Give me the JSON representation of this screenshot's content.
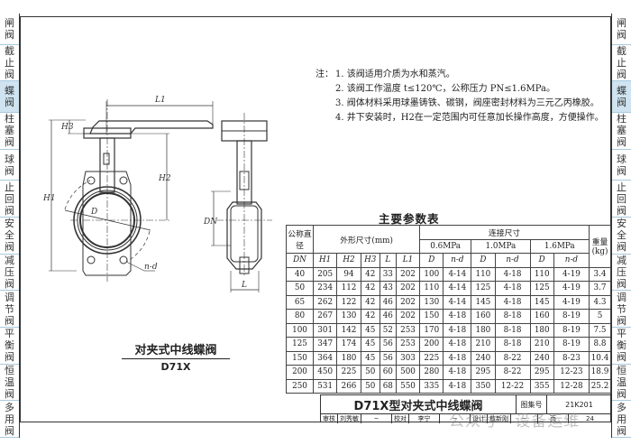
{
  "side_tabs": [
    {
      "label": "闸阀",
      "active": false
    },
    {
      "label": "截止阀",
      "active": false
    },
    {
      "label": "蝶阀",
      "active": true
    },
    {
      "label": "柱塞阀",
      "active": false
    },
    {
      "label": "球阀",
      "active": false
    },
    {
      "label": "止回阀",
      "active": false
    },
    {
      "label": "安全阀",
      "active": false
    },
    {
      "label": "减压阀",
      "active": false
    },
    {
      "label": "调节阀",
      "active": false
    },
    {
      "label": "平衡阀",
      "active": false
    },
    {
      "label": "恒温阀",
      "active": false
    },
    {
      "label": "多用阀",
      "active": false
    }
  ],
  "drawing": {
    "labels": {
      "L1": "L1",
      "H3": "H3",
      "H1": "H1",
      "H2": "H2",
      "D": "D",
      "nd": "n-d",
      "DN": "DN",
      "L": "L"
    },
    "caption": "对夹式中线蝶阀",
    "code": "D71X"
  },
  "notes": {
    "prefix": "注：",
    "items": [
      "1. 该阀适用介质为水和蒸汽。",
      "2. 该阀工作温度 t≤120℃，公称压力 PN≤1.6MPa。",
      "3. 阀体材料采用球墨铸铁、碳钢，阀座密封材料为三元乙丙橡胶。",
      "4. 井下安装时，H2在一定范围内可任意加长操作高度，方便操作。"
    ]
  },
  "table": {
    "title": "主要参数表",
    "h_dn": "公称直径",
    "h_outer": "外形尺寸(mm)",
    "h_conn": "连接尺寸",
    "h_weight": "重量(kg)",
    "pressures": [
      "0.6MPa",
      "1.0MPa",
      "1.6MPa"
    ],
    "sub": [
      "DN",
      "H1",
      "H2",
      "H3",
      "L",
      "L1",
      "D",
      "n-d",
      "D",
      "n-d",
      "D",
      "n-d"
    ],
    "rows": [
      [
        "40",
        "205",
        "94",
        "42",
        "33",
        "202",
        "100",
        "4-14",
        "110",
        "4-18",
        "110",
        "4-19",
        "3.4"
      ],
      [
        "50",
        "234",
        "112",
        "42",
        "43",
        "202",
        "110",
        "4-14",
        "125",
        "4-18",
        "125",
        "4-19",
        "3.7"
      ],
      [
        "65",
        "262",
        "122",
        "42",
        "46",
        "202",
        "130",
        "4-14",
        "145",
        "4-18",
        "145",
        "4-19",
        "4.3"
      ],
      [
        "80",
        "267",
        "130",
        "42",
        "46",
        "202",
        "150",
        "4-18",
        "160",
        "8-18",
        "160",
        "8-19",
        "5"
      ],
      [
        "100",
        "301",
        "142",
        "45",
        "52",
        "253",
        "170",
        "4-18",
        "180",
        "8-18",
        "180",
        "8-19",
        "7.5"
      ],
      [
        "125",
        "347",
        "174",
        "45",
        "56",
        "253",
        "200",
        "4-18",
        "210",
        "8-18",
        "210",
        "8-19",
        "8.8"
      ],
      [
        "150",
        "364",
        "180",
        "45",
        "56",
        "303",
        "225",
        "4-18",
        "240",
        "8-22",
        "240",
        "8-23",
        "10.4"
      ],
      [
        "200",
        "450",
        "225",
        "50",
        "60",
        "500",
        "280",
        "4-18",
        "295",
        "8-22",
        "295",
        "12-23",
        "18.9"
      ],
      [
        "250",
        "531",
        "266",
        "50",
        "68",
        "550",
        "335",
        "4-18",
        "350",
        "12-22",
        "355",
        "12-28",
        "25.2"
      ]
    ]
  },
  "title_block": {
    "title": "D71X型对夹式中线蝶阀",
    "atlas_label": "图集号",
    "atlas_no": "21K201",
    "review_label": "审核",
    "reviewer": "刘秀敏",
    "check_label": "校对",
    "checker": "李宁",
    "design_label": "设计",
    "designer": "敖新刚",
    "page_label": "页",
    "page": "24"
  },
  "watermark": "公众号 · 设备运维"
}
